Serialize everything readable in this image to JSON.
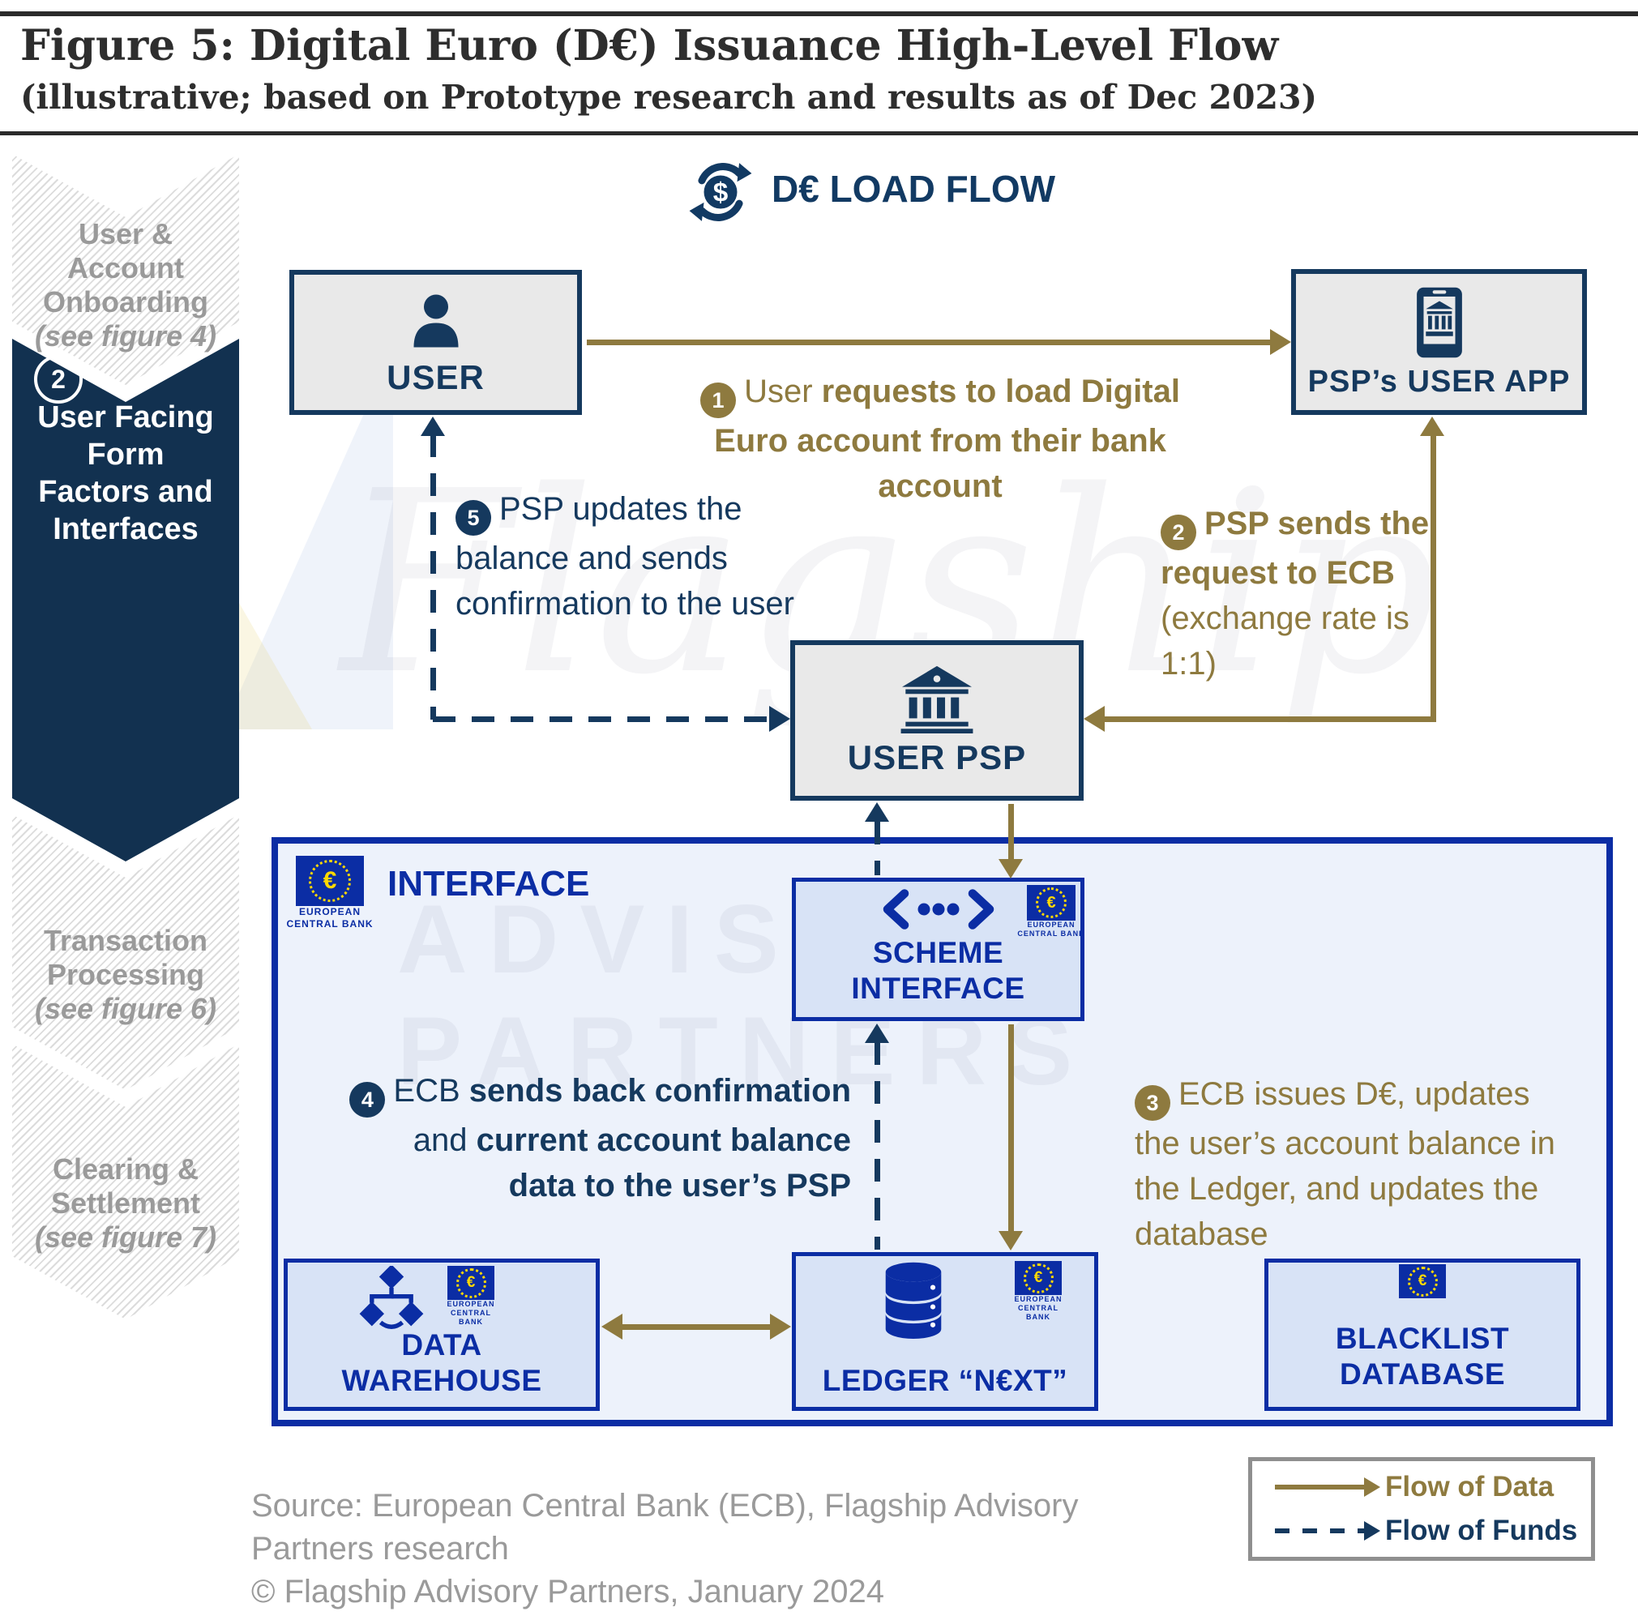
{
  "header": {
    "title": "Figure 5: Digital Euro (D€) Issuance High-Level Flow",
    "subtitle": "(illustrative; based on Prototype research and results as of Dec 2023)"
  },
  "flow_heading": {
    "label": "D€ LOAD FLOW"
  },
  "sidebar": {
    "steps": [
      {
        "lines": [
          "User &",
          "Account",
          "Onboarding"
        ],
        "note": "(see figure 4)"
      },
      {
        "number": "2",
        "lines": [
          "User Facing",
          "Form",
          "Factors and",
          "Interfaces"
        ]
      },
      {
        "lines": [
          "Transaction",
          "Processing"
        ],
        "note": "(see figure 6)"
      },
      {
        "lines": [
          "Clearing &",
          "Settlement"
        ],
        "note": "(see figure 7)"
      }
    ]
  },
  "nodes": {
    "user": "USER",
    "psp_app": "PSP’s USER APP",
    "user_psp": "USER PSP",
    "scheme_line1": "SCHEME",
    "scheme_line2": "INTERFACE",
    "dw_line1": "DATA",
    "dw_line2": "WAREHOUSE",
    "ledger": "LEDGER “N€XT”",
    "blacklist_line1": "BLACKLIST",
    "blacklist_line2": "DATABASE",
    "panel_label": "INTERFACE"
  },
  "ecb": {
    "caption": "EUROPEAN CENTRAL BANK",
    "euro": "€"
  },
  "steps": {
    "s1": {
      "num": "1",
      "plain": "User ",
      "bold": "requests to load Digital Euro account from their bank account"
    },
    "s2": {
      "num": "2",
      "bold": "PSP sends the request to ECB ",
      "plain": "(exchange rate is 1:1)"
    },
    "s3": {
      "num": "3",
      "text": "ECB issues D€, updates the user’s account balance in the Ledger, and updates the database"
    },
    "s4": {
      "num": "4",
      "r1": "ECB ",
      "b1": "sends back confirmation ",
      "r2": "and ",
      "b2": "current account balance data to the user’s PSP"
    },
    "s5": {
      "num": "5",
      "text": "PSP updates the balance and sends confirmation to the user"
    }
  },
  "legend": {
    "data_label": "Flow of Data",
    "funds_label": "Flow of Funds"
  },
  "source": {
    "line1": "Source: European Central Bank (ECB), Flagship Advisory Partners research",
    "line2": "© Flagship Advisory Partners, January 2024"
  },
  "watermark": {
    "script": "Flagship",
    "caps": "ADVISORY PARTNERS"
  },
  "colors": {
    "navy": "#15395e",
    "gold": "#8e7a3f",
    "royal_blue": "#0b2da4",
    "panel_fill": "#edf2fb",
    "blue_box_fill": "#d8e3f6",
    "gray_box_fill": "#e9e9e9",
    "sidebar_navy": "#123150",
    "text_gray": "#9a9a9a"
  }
}
